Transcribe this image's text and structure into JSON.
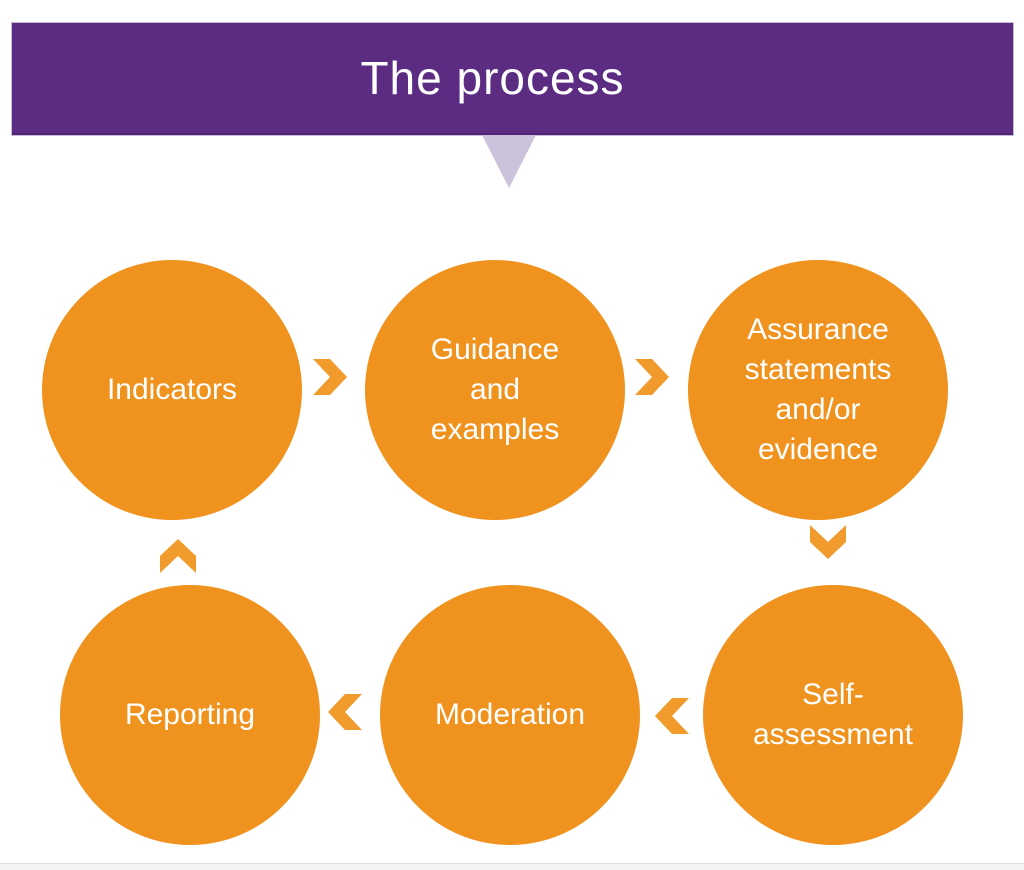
{
  "header": {
    "title": "The process",
    "background": "#5B2C82",
    "text_color": "#FFFFFF",
    "pointer_color": "#CCC2DC"
  },
  "diagram": {
    "circle_color": "#F0921E",
    "arrow_color": "#F19B2C",
    "label_color": "#FFFFFF",
    "steps": [
      {
        "id": "indicators",
        "label": "Indicators"
      },
      {
        "id": "guidance",
        "label": "Guidance\nand\nexamples"
      },
      {
        "id": "assurance",
        "label": "Assurance\nstatements\nand/or\nevidence"
      },
      {
        "id": "self-assessment",
        "label": "Self-\nassessment"
      },
      {
        "id": "moderation",
        "label": "Moderation"
      },
      {
        "id": "reporting",
        "label": "Reporting"
      }
    ],
    "arrows": [
      {
        "from": "Indicators",
        "to": "Guidance and examples",
        "direction": "right"
      },
      {
        "from": "Guidance and examples",
        "to": "Assurance statements and/or evidence",
        "direction": "right"
      },
      {
        "from": "Assurance statements and/or evidence",
        "to": "Self-assessment",
        "direction": "down"
      },
      {
        "from": "Self-assessment",
        "to": "Moderation",
        "direction": "left"
      },
      {
        "from": "Moderation",
        "to": "Reporting",
        "direction": "left"
      },
      {
        "from": "Reporting",
        "to": "Indicators",
        "direction": "up"
      }
    ]
  },
  "footer": {
    "bar_color": "#F3F3F5"
  }
}
